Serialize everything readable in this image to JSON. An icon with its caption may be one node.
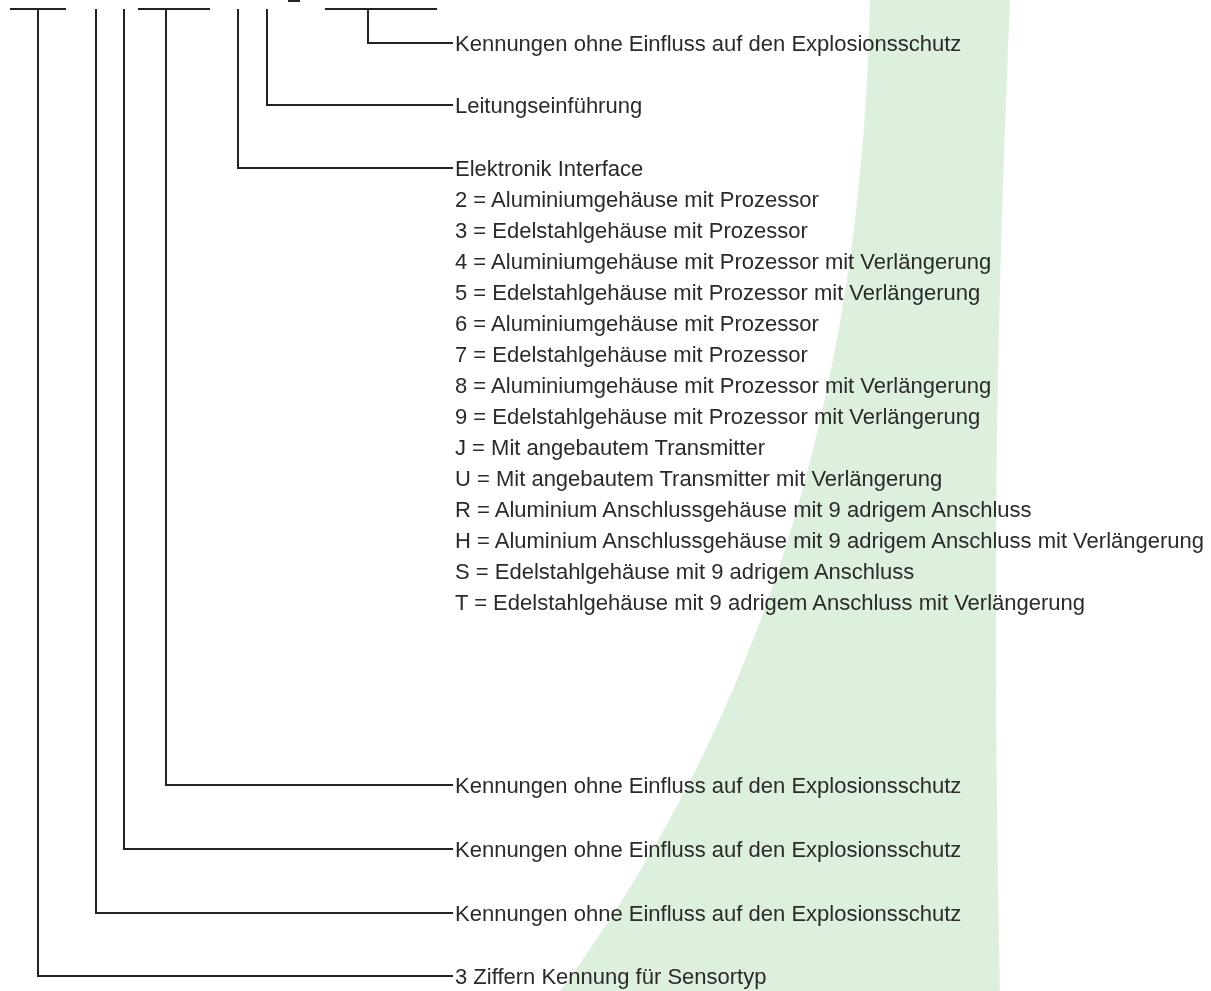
{
  "diagram": {
    "nodes": [
      {
        "text": [
          "Kennungen ohne Einfluss auf den Explosionsschutz"
        ]
      },
      {
        "text": [
          "Leitungseinführung"
        ]
      },
      {
        "text": [
          "Elektronik Interface",
          "2 = Aluminiumgehäuse mit Prozessor",
          "3 = Edelstahlgehäuse mit Prozessor",
          "4 = Aluminiumgehäuse mit Prozessor mit Verlängerung",
          "5 = Edelstahlgehäuse mit Prozessor mit Verlängerung",
          "6 = Aluminiumgehäuse mit Prozessor",
          "7 = Edelstahlgehäuse mit Prozessor",
          "8 = Aluminiumgehäuse mit Prozessor mit Verlängerung",
          "9 = Edelstahlgehäuse mit Prozessor mit Verlängerung",
          "J = Mit angebautem Transmitter",
          "U = Mit angebautem Transmitter mit Verlängerung",
          "R = Aluminium Anschlussgehäuse mit 9 adrigem Anschluss",
          "H = Aluminium Anschlussgehäuse mit 9 adrigem Anschluss mit Verlängerung",
          "S = Edelstahlgehäuse mit 9 adrigem Anschluss",
          "T = Edelstahlgehäuse mit 9 adrigem Anschluss mit Verlängerung"
        ]
      },
      {
        "text": [
          "Kennungen ohne Einfluss auf den Explosionsschutz"
        ]
      },
      {
        "text": [
          "Kennungen ohne Einfluss auf den Explosionsschutz"
        ]
      },
      {
        "text": [
          "Kennungen ohne Einfluss auf den Explosionsschutz"
        ]
      },
      {
        "text": [
          "3 Ziffern Kennung für Sensortyp"
        ]
      }
    ],
    "edges": [
      {
        "from": 0,
        "to": null,
        "arrow": "none"
      },
      {
        "from": 1,
        "to": null,
        "arrow": "none"
      },
      {
        "from": 2,
        "to": null,
        "arrow": "none"
      },
      {
        "from": 3,
        "to": null,
        "arrow": "none"
      },
      {
        "from": 4,
        "to": null,
        "arrow": "none"
      },
      {
        "from": 5,
        "to": null,
        "arrow": "none"
      },
      {
        "from": 6,
        "to": null,
        "arrow": "none"
      }
    ]
  }
}
